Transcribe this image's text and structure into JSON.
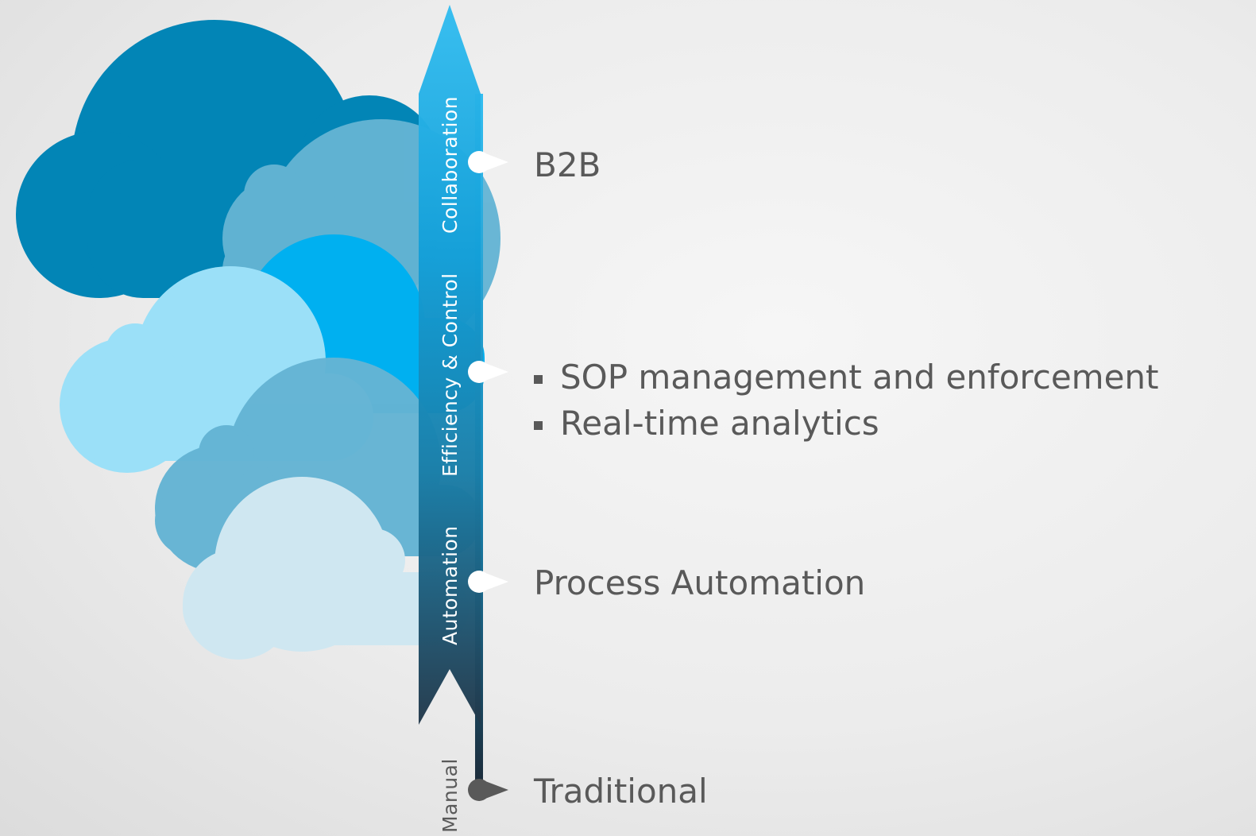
{
  "axis": {
    "labels": {
      "collaboration": "Collaboration",
      "efficiency_control": "Efficiency & Control",
      "automation": "Automation",
      "manual": "Manual"
    }
  },
  "stages": {
    "b2b": "B2B",
    "efficiency_bullets": [
      "SOP management and enforcement",
      "Real-time analytics"
    ],
    "process_automation": "Process Automation",
    "traditional": "Traditional"
  },
  "colors": {
    "cloud_dark": "#0285b6",
    "cloud_mid": "#64b4d4",
    "cloud_bright": "#00b0f0",
    "cloud_light": "#9be0f8",
    "cloud_pale": "#cfe7f1",
    "arrow_top": "#33bdf0",
    "arrow_bottom": "#22384a",
    "pin_white": "#ffffff",
    "pin_grey": "#595959"
  }
}
